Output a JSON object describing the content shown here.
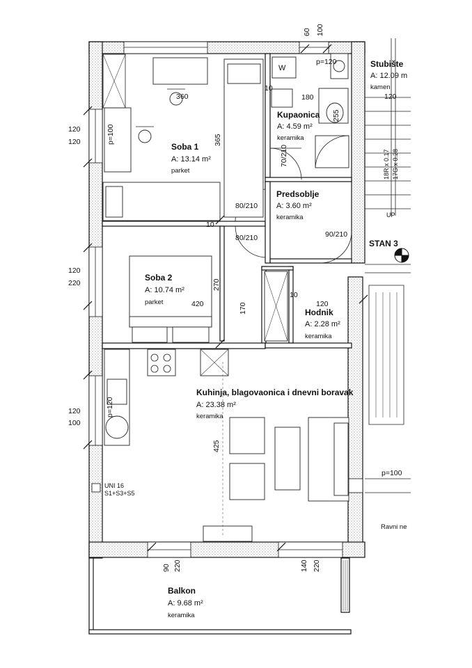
{
  "rooms": [
    {
      "name": "Soba 1",
      "area": "A: 13.14 m²",
      "material": "parket"
    },
    {
      "name": "Soba 2",
      "area": "A: 10.74 m²",
      "material": "parket"
    },
    {
      "name": "Kupaonica",
      "area": "A: 4.59 m²",
      "material": "keramika"
    },
    {
      "name": "Predsoblje",
      "area": "A: 3.60 m²",
      "material": "keramika"
    },
    {
      "name": "Hodnik",
      "area": "A: 2.28 m²",
      "material": "keramika"
    },
    {
      "name": "Kuhinja, blagovaonica i dnevni boravak",
      "area": "A: 23.38 m²",
      "material": "keramika"
    },
    {
      "name": "Balkon",
      "area": "A: 9.68 m²",
      "material": "keramika"
    },
    {
      "name": "Stubište",
      "area": "A: 12.09 m",
      "material": "kamen"
    }
  ],
  "dimensions": {
    "d60": "60",
    "d100": "100",
    "p120": "p=120",
    "d360": "360",
    "d180": "180",
    "p100a": "p=100",
    "d365": "365",
    "d255": "255",
    "d10a": "10",
    "d7010": "70/210",
    "w120a": "120",
    "w120b": "120",
    "d120stair": "120",
    "d8010a": "80/210",
    "d8010b": "80/210",
    "d9010": "90/210",
    "d10b": "10",
    "w120c": "120",
    "w220a": "220",
    "d270": "270",
    "d420": "420",
    "d170": "170",
    "d10c": "10",
    "d120h": "120",
    "w120d": "120",
    "w100": "100",
    "p120k": "p=120",
    "d425": "425",
    "p100b": "p=100",
    "d90": "90",
    "d220a": "220",
    "d140": "140",
    "d220b": "220"
  },
  "labels": {
    "w": "W",
    "stan": "STAN 3",
    "up": "UP",
    "stair1": "18R x 0.17",
    "stair2": "17G x 0.28",
    "uni": "UNI 16",
    "uni2": "S1+S3+S5",
    "ravni": "Ravni ne"
  }
}
